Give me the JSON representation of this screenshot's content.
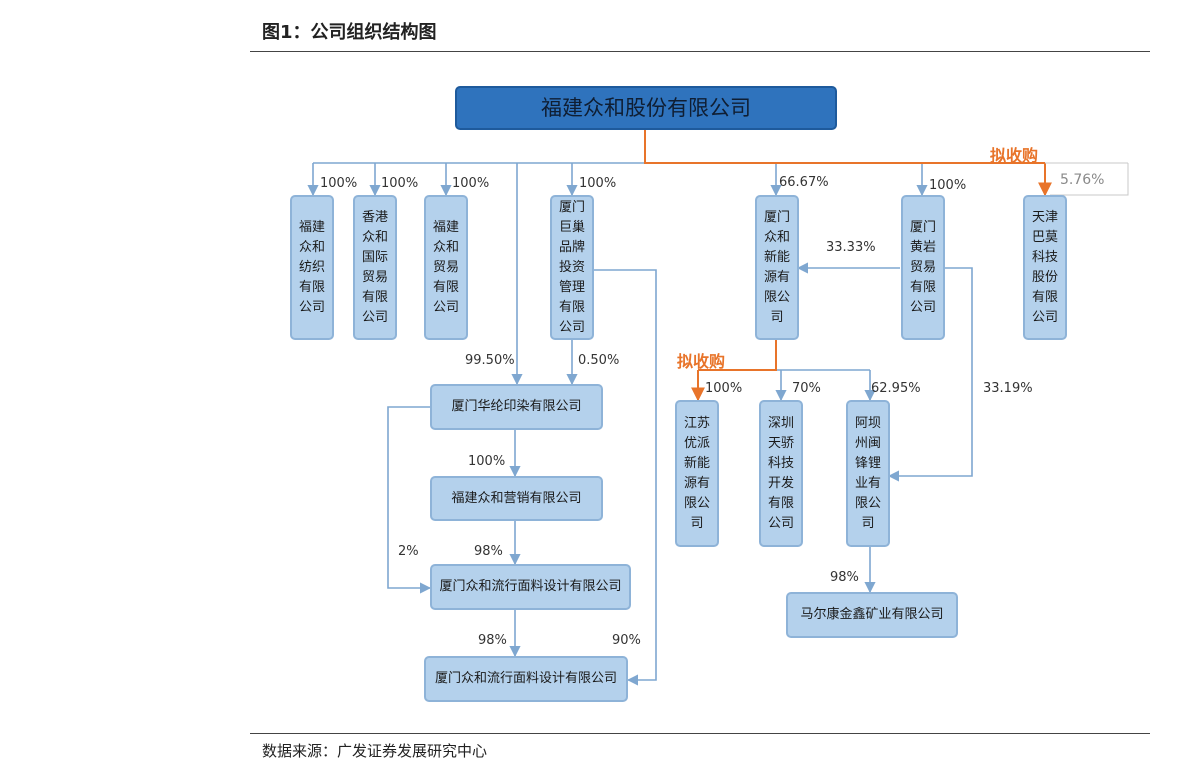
{
  "figure": {
    "title": "图1：公司组织结构图",
    "source": "数据来源：广发证券发展研究中心"
  },
  "colors": {
    "box_fill": "#b4d1ec",
    "top_fill": "#2f73bd",
    "line": "#7fa7d0",
    "orange": "#e8742a"
  },
  "nodes": {
    "root": "福建众和股份有限公司",
    "fj_textile": "福建众和纺织有限公司",
    "hk_trade": "香港众和国际贸易有限公司",
    "fj_trade": "福建众和贸易有限公司",
    "xm_brand": "厦门巨巢品牌投资管理有限公司",
    "xm_energy": "厦门众和新能源有限公司",
    "xm_huangyan": "厦门黄岩贸易有限公司",
    "tj_bamo": "天津巴莫科技股份有限公司",
    "xm_hualun": "厦门华纶印染有限公司",
    "fj_marketing": "福建众和营销有限公司",
    "xm_fabric1": "厦门众和流行面料设计有限公司",
    "xm_fabric2": "厦门众和流行面料设计有限公司",
    "js_youpai": "江苏优派新能源有限公司",
    "sz_tianjiao": "深圳天骄科技开发有限公司",
    "abazhou": "阿坝州闽锋锂业有限公司",
    "maerkang": "马尔康金鑫矿业有限公司"
  },
  "labels": {
    "p_textile": "100%",
    "p_hk": "100%",
    "p_fjtrade": "100%",
    "p_brand": "100%",
    "p_energy": "66.67%",
    "p_huangyan": "100%",
    "p_tj": "5.76%",
    "p_huangyan_energy": "33.33%",
    "p_hualun_root": "99.50%",
    "p_hualun_brand": "0.50%",
    "p_marketing": "100%",
    "p_fabric1_a": "98%",
    "p_fabric1_b": "2%",
    "p_fabric2_a": "98%",
    "p_fabric2_b": "90%",
    "p_youpai": "100%",
    "p_tianjiao": "70%",
    "p_abazhou": "62.95%",
    "p_abazhou_huangyan": "33.19%",
    "p_maerkang": "98%",
    "acq_1": "拟收购",
    "acq_2": "拟收购"
  }
}
